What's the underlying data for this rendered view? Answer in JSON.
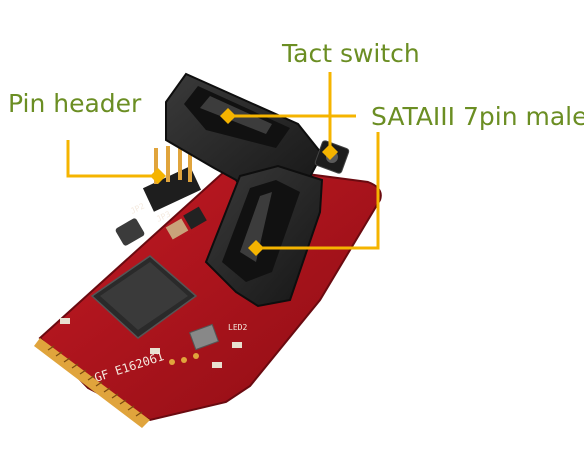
{
  "labels": {
    "tact_switch": "Tact switch",
    "pin_header": "Pin header",
    "sata": "SATAIII 7pin male"
  },
  "board": {
    "silkscreen": "GF E162061",
    "led_label": "LED2",
    "jumpers": [
      "JP2",
      "JP3"
    ]
  },
  "colors": {
    "label_text": "#6b8e23",
    "callout_line": "#f5b400",
    "pcb": "#b3121c",
    "connector": "#2b2b2b",
    "gold": "#e0a43c"
  },
  "icons": {
    "callout_marker": "diamond-icon"
  }
}
